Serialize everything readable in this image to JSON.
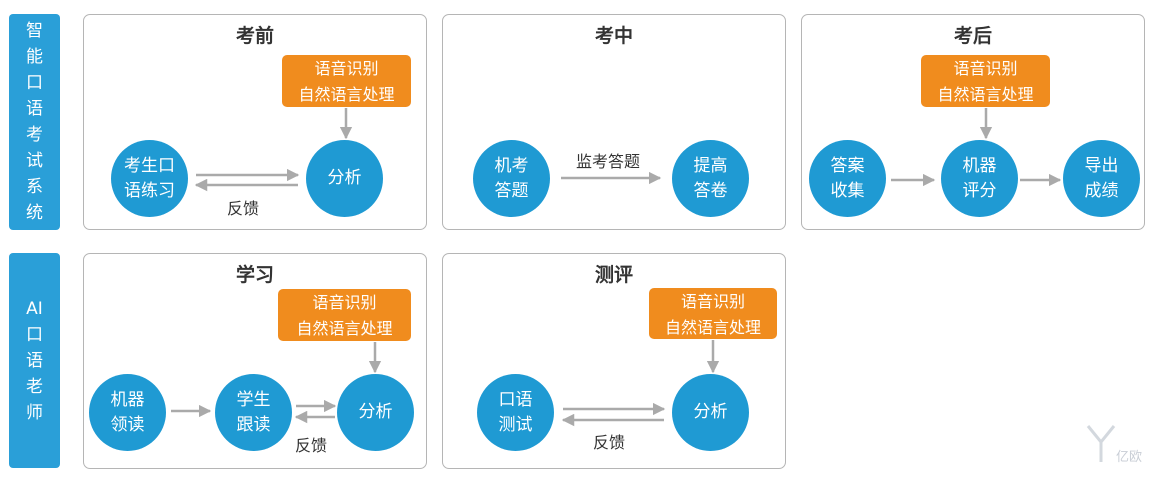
{
  "colors": {
    "side": "#2a9fd8",
    "circle": "#1f9ad3",
    "orange": "#f08c1e",
    "arrow": "#aaaaaa",
    "border": "#b5b5b5"
  },
  "side_labels": {
    "system": [
      "智",
      "能",
      "口",
      "语",
      "考",
      "试",
      "系",
      "统"
    ],
    "teacher": [
      "AI",
      "口",
      "语",
      "老",
      "师"
    ]
  },
  "panels": {
    "before": {
      "title": "考前",
      "nlp": [
        "语音识别",
        "自然语言处理"
      ],
      "node1": [
        "考生口",
        "语练习"
      ],
      "node2": "分析",
      "feedback": "反馈"
    },
    "during": {
      "title": "考中",
      "node1": [
        "机考",
        "答题"
      ],
      "node2": [
        "提高",
        "答卷"
      ],
      "edge_label": "监考答题"
    },
    "after": {
      "title": "考后",
      "nlp": [
        "语音识别",
        "自然语言处理"
      ],
      "node1": [
        "答案",
        "收集"
      ],
      "node2": [
        "机器",
        "评分"
      ],
      "node3": [
        "导出",
        "成绩"
      ]
    },
    "study": {
      "title": "学习",
      "nlp": [
        "语音识别",
        "自然语言处理"
      ],
      "node1": [
        "机器",
        "领读"
      ],
      "node2": [
        "学生",
        "跟读"
      ],
      "node3": "分析",
      "feedback": "反馈"
    },
    "eval": {
      "title": "测评",
      "nlp": [
        "语音识别",
        "自然语言处理"
      ],
      "node1": [
        "口语",
        "测试"
      ],
      "node2": "分析",
      "feedback": "反馈"
    }
  },
  "watermark": "亿欧"
}
